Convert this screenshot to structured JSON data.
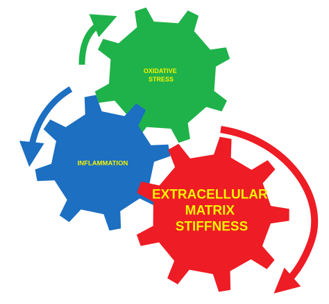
{
  "diagram": {
    "gears": [
      {
        "id": "oxidative-stress",
        "lines": [
          "OXIDATIVE",
          "STRESS"
        ],
        "color": "#1fb24a"
      },
      {
        "id": "inflammation",
        "lines": [
          "INFLAMMATION"
        ],
        "color": "#1c6fc1"
      },
      {
        "id": "extracellular-matrix-stiffness",
        "lines": [
          "EXTRACELLULAR",
          "MATRIX",
          "STIFFNESS"
        ],
        "color": "#ee1c24"
      }
    ],
    "arrows": [
      {
        "id": "green-arrow",
        "color": "#1fb24a"
      },
      {
        "id": "blue-arrow",
        "color": "#1c6fc1"
      },
      {
        "id": "red-arrow",
        "color": "#ee1c24"
      }
    ],
    "label_color": "#f4f400",
    "background": "#ffffff"
  }
}
